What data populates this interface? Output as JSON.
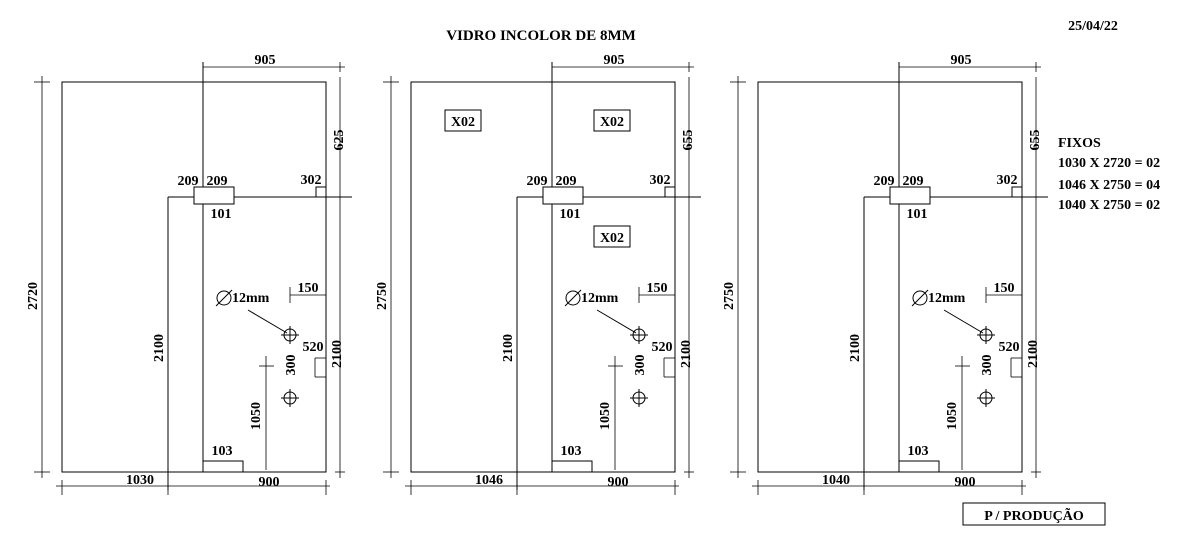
{
  "header": {
    "title": "VIDRO INCOLOR DE 8MM",
    "date": "25/04/22"
  },
  "footer": {
    "stamp": "P / PRODUÇÃO"
  },
  "fixos": {
    "heading": "FIXOS",
    "lines": [
      "1030 X 2720 = 02",
      "1046 X 2750 = 04",
      "1040 X 2750 = 02"
    ]
  },
  "panels": [
    {
      "height": "2720",
      "left_width": "1030",
      "right_width": "900",
      "door_width": "905",
      "top_fixed": "625",
      "door_height": "2100",
      "side_height": "2100",
      "hinge_left": "209",
      "hinge_right": "209",
      "hinge_size": "101",
      "corner": "302",
      "hole_label": "12mm",
      "hole_offset": "150",
      "hole_spacing": "300",
      "hole_height": "520",
      "handle_height": "1050",
      "bottom_pivot": "103",
      "tags": []
    },
    {
      "height": "2750",
      "left_width": "1046",
      "right_width": "900",
      "door_width": "905",
      "top_fixed": "655",
      "door_height": "2100",
      "side_height": "2100",
      "hinge_left": "209",
      "hinge_right": "209",
      "hinge_size": "101",
      "corner": "302",
      "hole_label": "12mm",
      "hole_offset": "150",
      "hole_spacing": "300",
      "hole_height": "520",
      "handle_height": "1050",
      "bottom_pivot": "103",
      "tags": [
        "X02",
        "X02",
        "X02"
      ]
    },
    {
      "height": "2750",
      "left_width": "1040",
      "right_width": "900",
      "door_width": "905",
      "top_fixed": "655",
      "door_height": "2100",
      "side_height": "2100",
      "hinge_left": "209",
      "hinge_right": "209",
      "hinge_size": "101",
      "corner": "302",
      "hole_label": "12mm",
      "hole_offset": "150",
      "hole_spacing": "300",
      "hole_height": "520",
      "handle_height": "1050",
      "bottom_pivot": "103",
      "tags": []
    }
  ]
}
